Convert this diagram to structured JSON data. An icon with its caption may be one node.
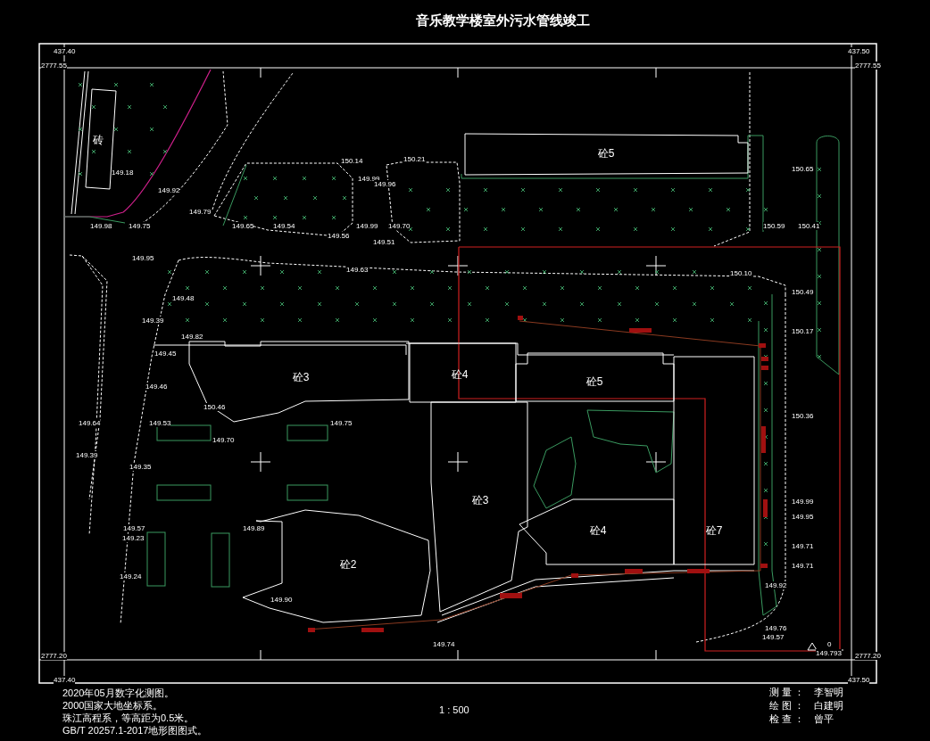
{
  "diagram": {
    "title": "音乐教学楼室外污水管线竣工",
    "nodes": [
      {
        "text": [
          "砖"
        ]
      },
      {
        "text": [
          "砼5"
        ]
      },
      {
        "text": [
          "砼3"
        ]
      },
      {
        "text": [
          "砼4"
        ]
      },
      {
        "text": [
          "砼5"
        ]
      },
      {
        "text": [
          "砼3"
        ]
      },
      {
        "text": [
          "砼4"
        ]
      },
      {
        "text": [
          "砼7"
        ]
      },
      {
        "text": [
          "砼2"
        ]
      }
    ],
    "edges": [],
    "labels": [
      "437.40",
      "437.50",
      "2777.55",
      "2777.55",
      "150.21",
      "150.14",
      "150.65",
      "149.18",
      "149.99",
      "149.96",
      "149.92",
      "149.79",
      "149.98",
      "149.75",
      "149.65",
      "149.54",
      "149.99",
      "149.70",
      "150.59",
      "150.41",
      "149.56",
      "149.51",
      "149.95",
      "149.63",
      "150.10",
      "150.49",
      "149.48",
      "149.39",
      "150.17",
      "149.82",
      "149.45",
      "149.46",
      "150.46",
      "150.36",
      "149.64",
      "149.53",
      "149.75",
      "149.70",
      "149.39",
      "149.35",
      "149.99",
      "149.95",
      "149.57",
      "149.89",
      "149.23",
      "149.71",
      "149.71",
      "149.24",
      "149.92",
      "149.90",
      "149.76",
      "149.57",
      "149.74",
      "0",
      "149.793",
      "2777.20",
      "2777.20",
      "437.40",
      "437.50",
      "2020年05月数字化测图。",
      "2000国家大地坐标系。",
      "珠江高程系，等高距为0.5米。",
      "GB/T 20257.1-2017地形图图式。",
      "1 : 500",
      "测 量 ：",
      "李智明",
      "绘 图 ：",
      "白建明",
      "检 查 ：",
      "曾平"
    ]
  }
}
